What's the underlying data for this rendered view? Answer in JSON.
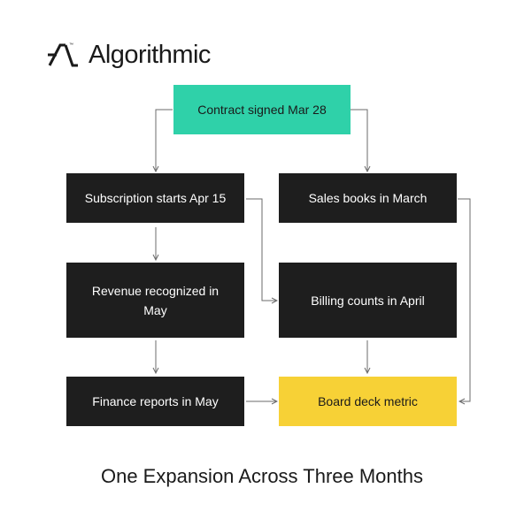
{
  "logo": {
    "name": "Algorithmic",
    "icon": "algorithmic-logo-icon"
  },
  "nodes": {
    "contract": "Contract signed Mar 28",
    "subscription": "Subscription starts Apr 15",
    "sales": "Sales books in March",
    "revenue": "Revenue recognized in May",
    "billing": "Billing counts in April",
    "finance": "Finance reports in May",
    "board": "Board deck metric"
  },
  "colors": {
    "start_node": "#2fd1a9",
    "process_node": "#1e1e1e",
    "end_node": "#f7d136",
    "connector": "#6b6b6b"
  },
  "caption": "One Expansion Across Three Months"
}
